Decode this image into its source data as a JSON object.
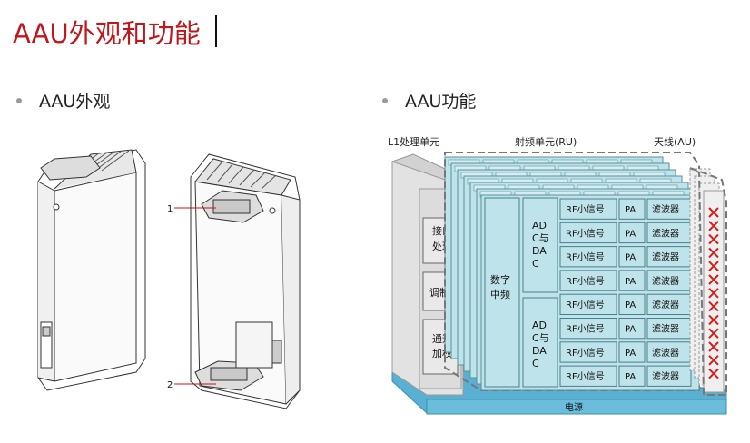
{
  "title": "AAU外观和功能",
  "left_section": {
    "bullet": "AAU外观",
    "callouts": [
      "1",
      "2"
    ]
  },
  "right_section": {
    "bullet": "AAU功能",
    "headers": {
      "l1": "L1处理单元",
      "ru": "射频单元(RU)",
      "au": "天线(AU)"
    },
    "l1_blocks": [
      "接口处理",
      "调制",
      "通道加权"
    ],
    "digital_if": "数字中频",
    "adc_dac": "ADC与DAC",
    "rows": [
      {
        "rf": "RF小信号",
        "pa": "PA",
        "filter": "滤波器"
      },
      {
        "rf": "RF小信号",
        "pa": "PA",
        "filter": "滤波器"
      },
      {
        "rf": "RF小信号",
        "pa": "PA",
        "filter": "滤波器"
      },
      {
        "rf": "RF小信号",
        "pa": "PA",
        "filter": "滤波器"
      },
      {
        "rf": "RF小信号",
        "pa": "PA",
        "filter": "滤波器"
      },
      {
        "rf": "RF小信号",
        "pa": "PA",
        "filter": "滤波器"
      },
      {
        "rf": "RF小信号",
        "pa": "PA",
        "filter": "滤波器"
      },
      {
        "rf": "RF小信号",
        "pa": "PA",
        "filter": "滤波器"
      }
    ],
    "power": "电源"
  },
  "colors": {
    "title": "#c0161c",
    "ru_fill": "#bfe3ea",
    "power_fill": "#5ab0d2",
    "l1_fill": "#e2e2e2",
    "antenna_x": "#d71c1c"
  }
}
